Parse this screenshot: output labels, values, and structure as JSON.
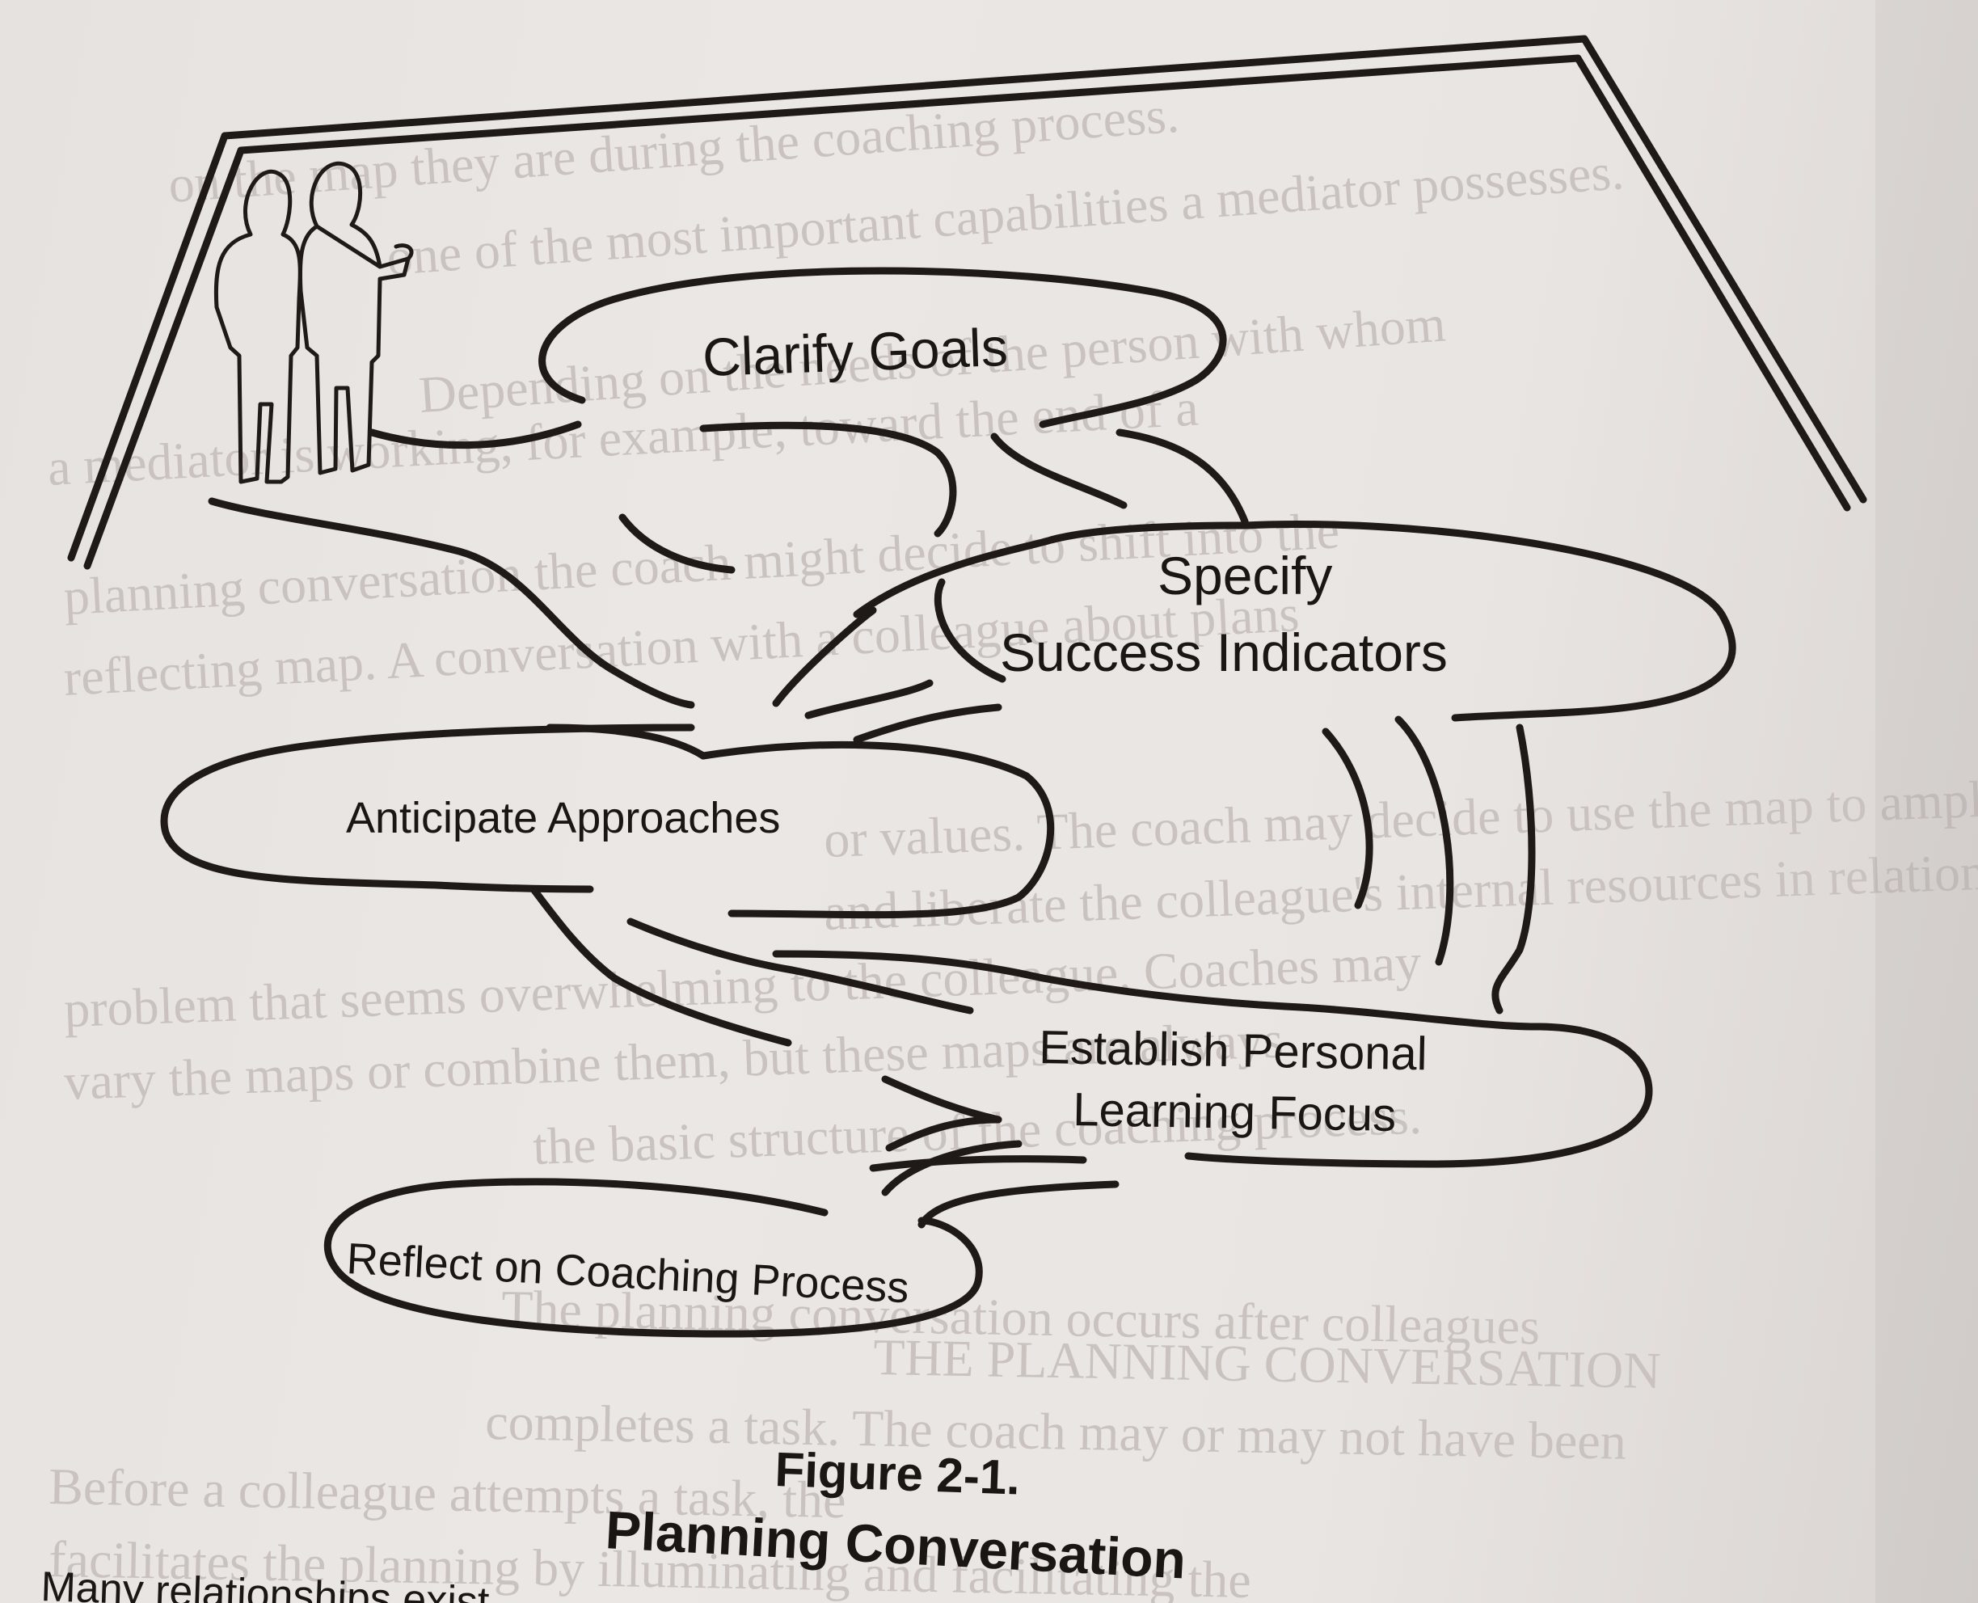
{
  "background_text": [
    "on the map they are during the coaching process.",
    "one of the most important capabilities a mediator possesses.",
    "Depending on the needs of the person with whom",
    "a mediator is working, for example, toward the end of a",
    "planning conversation the coach might decide to shift into the",
    "reflecting map. A conversation with a colleague about plans",
    "or values. The coach may decide to use the map to amplify",
    "and liberate the colleague's internal resources in relation to a",
    "problem that seems overwhelming to the colleague. Coaches may",
    "vary the maps or combine them, but these maps are always",
    "the basic structure of the coaching process.",
    "THE PLANNING CONVERSATION",
    "The planning conversation occurs after colleagues",
    "completes a task. The coach may or may not have been",
    "Before a colleague attempts a task, the",
    "facilitates the planning by illuminating and facilitating the"
  ],
  "stages": {
    "clarify_goals": "Clarify Goals",
    "specify_line1": "Specify",
    "specify_line2": "Success Indicators",
    "anticipate": "Anticipate Approaches",
    "establish_line1": "Establish Personal",
    "establish_line2": "Learning Focus",
    "reflect": "Reflect on Coaching Process"
  },
  "caption": {
    "number": "Figure 2-1.",
    "title": "Planning Conversation"
  },
  "footer_text": "Many relationships exist",
  "colors": {
    "ink": "#1f1a18",
    "paper": "#e8e4e2",
    "bleed": "#c9c2bf"
  }
}
